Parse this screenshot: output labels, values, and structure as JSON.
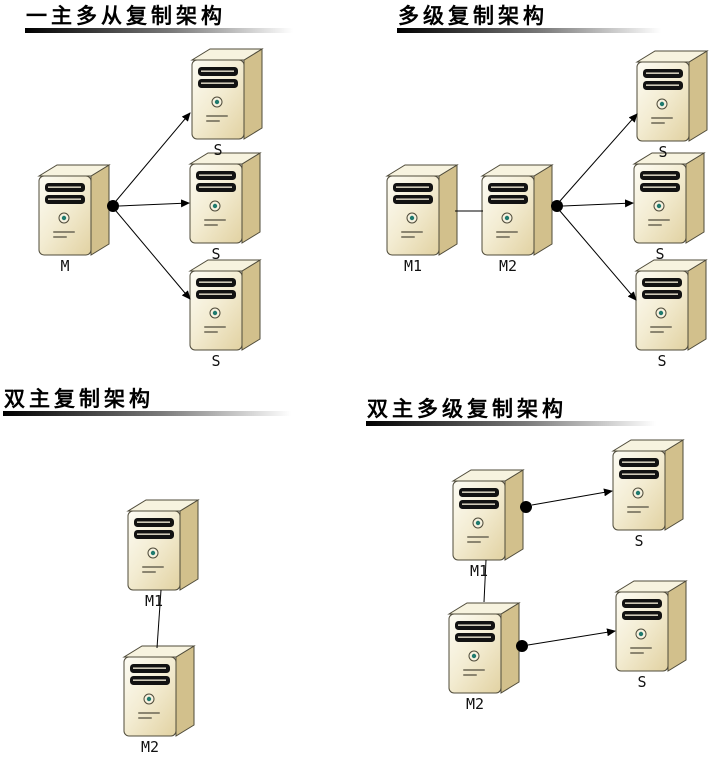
{
  "figure": {
    "description_labels": {
      "master": "M",
      "slave": "S",
      "master1": "M1",
      "master2": "M2"
    }
  },
  "colors": {
    "background": "#ffffff",
    "connector": "#000000",
    "title_bar_start": "#000000",
    "title_bar_end": "#ffffff",
    "server_front_light": "#fdfcf4",
    "server_front_dark": "#e3d4a6",
    "server_side": "#d2c08c",
    "server_top": "#f7f3df",
    "server_outline": "#4f4b3a",
    "power_led": "#1f7a6e"
  },
  "diagrams": {
    "master_multi_slave": {
      "title": "一主多从复制架构",
      "master_label": "M",
      "slave_labels": [
        "S",
        "S",
        "S"
      ]
    },
    "multi_level": {
      "title": "多级复制架构",
      "master1_label": "M1",
      "master2_label": "M2",
      "slave_labels": [
        "S",
        "S",
        "S"
      ]
    },
    "dual_master": {
      "title": "双主复制架构",
      "master1_label": "M1",
      "master2_label": "M2"
    },
    "dual_master_multi_level": {
      "title": "双主多级复制架构",
      "master1_label": "M1",
      "master2_label": "M2",
      "slave_labels": [
        "S",
        "S"
      ]
    }
  }
}
